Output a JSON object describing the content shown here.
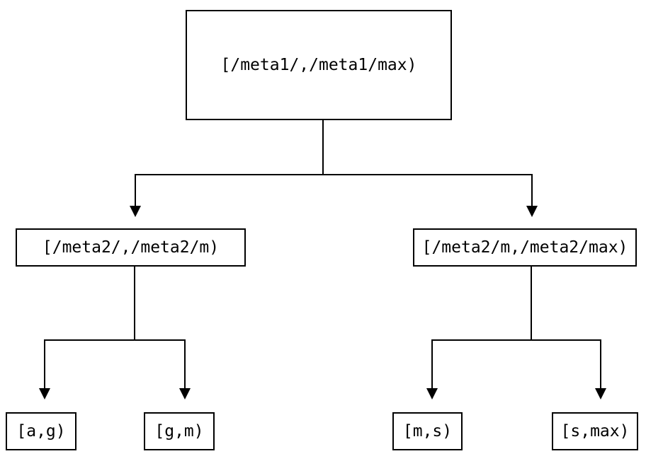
{
  "colors": {
    "background": "#ffffff",
    "node_border": "#000000",
    "edge_line": "#000000",
    "text": "#000000"
  },
  "nodes": {
    "root": {
      "label": "[/meta1/,/meta1/max)"
    },
    "meta2_low": {
      "label": "[/meta2/,/meta2/m)"
    },
    "meta2_high": {
      "label": "[/meta2/m,/meta2/max)"
    },
    "leaf_a_g": {
      "label": "[a,g)"
    },
    "leaf_g_m": {
      "label": "[g,m)"
    },
    "leaf_m_s": {
      "label": "[m,s)"
    },
    "leaf_s_max": {
      "label": "[s,max)"
    }
  },
  "edges": [
    {
      "from": "root",
      "to": "meta2_low"
    },
    {
      "from": "root",
      "to": "meta2_high"
    },
    {
      "from": "meta2_low",
      "to": "leaf_a_g"
    },
    {
      "from": "meta2_low",
      "to": "leaf_g_m"
    },
    {
      "from": "meta2_high",
      "to": "leaf_m_s"
    },
    {
      "from": "meta2_high",
      "to": "leaf_s_max"
    }
  ]
}
